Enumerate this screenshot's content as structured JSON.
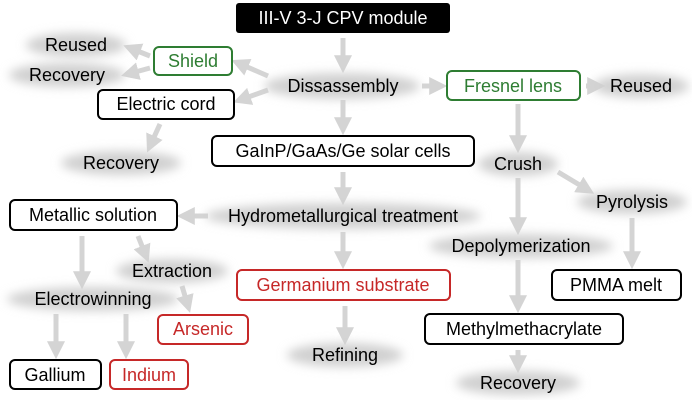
{
  "colors": {
    "black_box": "#000000",
    "green_box": "#2e7d32",
    "red_box": "#c62828",
    "arrow": "#d4d4d4",
    "halo": "#d0d0d0",
    "header_fill": "#000000",
    "header_text": "#ffffff"
  },
  "nodes": {
    "module": "III-V 3-J CPV module",
    "disassembly": "Dissassembly",
    "shield": "Shield",
    "fresnel": "Fresnel lens",
    "electric_cord": "Electric cord",
    "reused_left": "Reused",
    "recovery_left": "Recovery",
    "reused_right": "Reused",
    "recovery_cord": "Recovery",
    "solar_cells": "GaInP/GaAs/Ge solar cells",
    "crush": "Crush",
    "pyrolysis": "Pyrolysis",
    "hydro": "Hydrometallurgical treatment",
    "metallic_solution": "Metallic solution",
    "extraction": "Extraction",
    "electrowinning": "Electrowinning",
    "germanium": "Germanium substrate",
    "depolymerization": "Depolymerization",
    "pmma": "PMMA melt",
    "arsenic": "Arsenic",
    "methyl": "Methylmethacrylate",
    "refining": "Refining",
    "gallium": "Gallium",
    "indium": "Indium",
    "recovery_bottom": "Recovery"
  }
}
